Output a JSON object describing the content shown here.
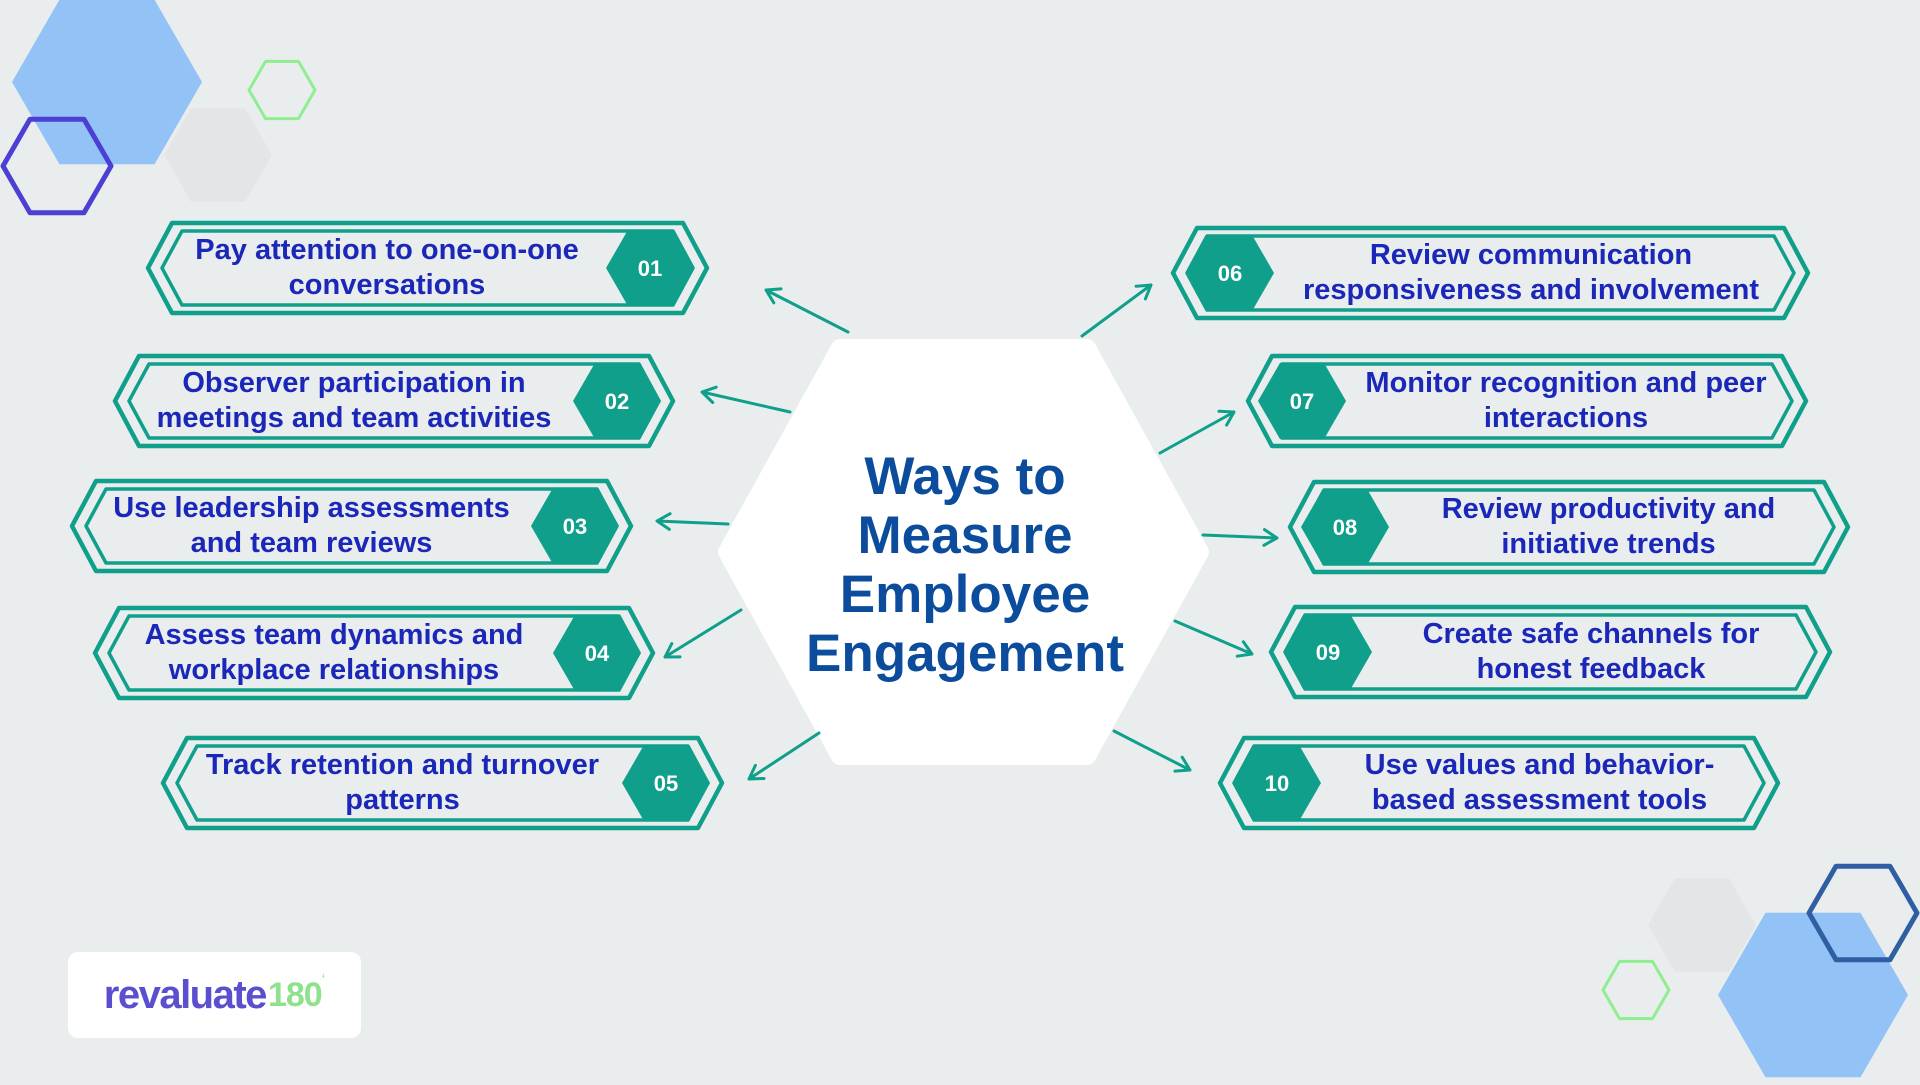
{
  "title": {
    "line1": "Ways to",
    "line2": "Measure",
    "line3": "Employee",
    "line4": "Engagement"
  },
  "items": [
    {
      "num": "01",
      "text": "Pay attention to one-on-one conversations"
    },
    {
      "num": "02",
      "text": "Observer participation in meetings and team activities"
    },
    {
      "num": "03",
      "text": "Use leadership assessments and team reviews"
    },
    {
      "num": "04",
      "text": "Assess team dynamics and workplace relationships"
    },
    {
      "num": "05",
      "text": "Track retention and turnover patterns"
    },
    {
      "num": "06",
      "text": "Review communication responsiveness and involvement"
    },
    {
      "num": "07",
      "text": "Monitor recognition and peer interactions"
    },
    {
      "num": "08",
      "text": "Review productivity and initiative trends"
    },
    {
      "num": "09",
      "text": "Create safe channels for honest feedback"
    },
    {
      "num": "10",
      "text": "Use values and behavior-based assessment tools"
    }
  ],
  "logo": {
    "word": "revaluate",
    "number": "180"
  },
  "colors": {
    "teal": "#0f9f8a",
    "title": "#0b4c9c",
    "text": "#1a27b8",
    "background": "#e9edee",
    "hexBlue": "#93c2f6",
    "hexGray": "#e4e5e6",
    "hexGreen": "#8fee8f",
    "hexIndigo": "#4b3fd4",
    "hexNavy": "#2f5ea3"
  }
}
